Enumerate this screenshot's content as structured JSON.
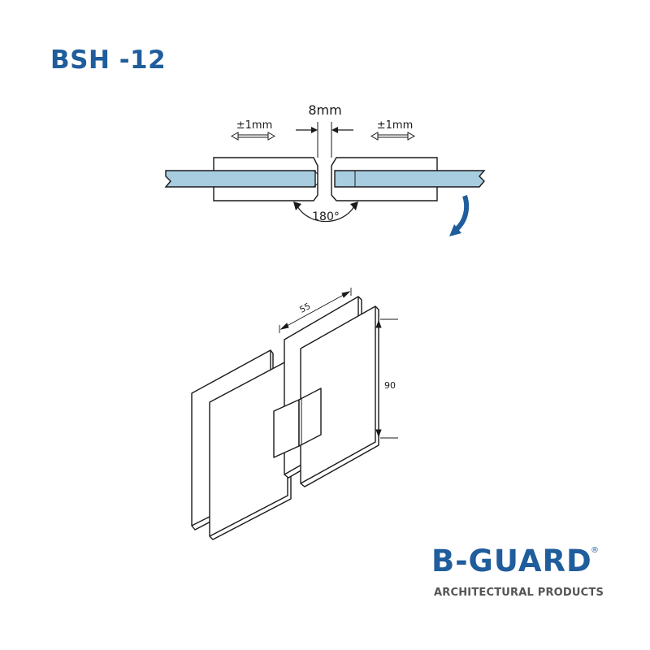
{
  "title": "BSH -12",
  "top_view": {
    "gap_label": "8mm",
    "tolerance_left": "±1mm",
    "tolerance_right": "±1mm",
    "angle_label": "180°",
    "glass_color": "#a9cde0",
    "arrow_color": "#1f5d9c"
  },
  "perspective_view": {
    "width_label": "55",
    "height_label": "90"
  },
  "logo": {
    "brand": "B-GUARD",
    "registered": "®",
    "tagline": "ARCHITECTURAL PRODUCTS",
    "brand_color": "#1f5d9c"
  }
}
